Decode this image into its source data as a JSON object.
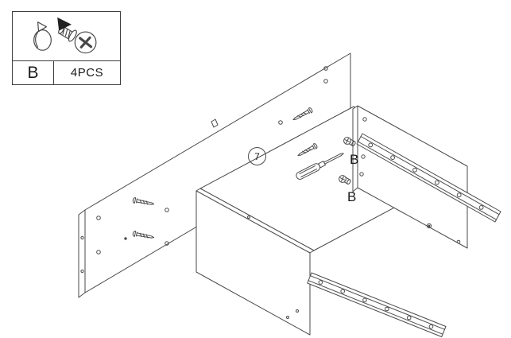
{
  "parts_box": {
    "part_letter": "B",
    "quantity": "4PCS",
    "icon": "cam-screw-icon"
  },
  "diagram": {
    "step_badge": "7",
    "fastener_labels": [
      {
        "text": "B"
      },
      {
        "text": "B"
      }
    ],
    "parts": [
      "back-panel",
      "drawer-bottom-panel",
      "drawer-front-panel",
      "side-panel",
      "drawer-slide-upper",
      "drawer-slide-lower",
      "screwdriver",
      "screws",
      "cam-bolts"
    ]
  },
  "colors": {
    "line": "#4a4a4a",
    "background": "#ffffff",
    "ink": "#1a1a1a"
  }
}
